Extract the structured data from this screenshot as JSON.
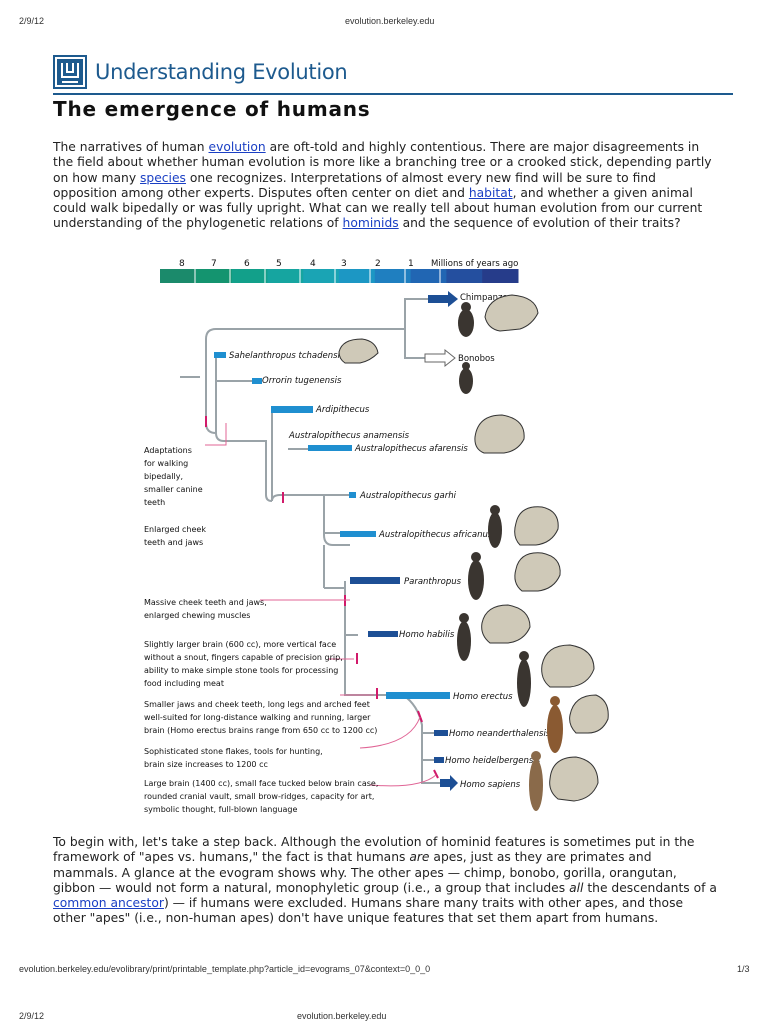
{
  "print_header": {
    "date": "2/9/12",
    "site": "evolution.berkeley.edu"
  },
  "site_title": "Understanding Evolution",
  "page_title": "The emergence of humans",
  "intro": {
    "p1": "The narratives of human ",
    "link_evolution": "evolution",
    "p2": " are oft-told and highly contentious. There are major disagreements in the field about whether human evolution is more like a branching tree or a crooked stick, depending partly on how many ",
    "link_species": "species",
    "p3": " one recognizes. Interpretations of almost every new find will be sure to find opposition among other experts. Disputes often center on diet and ",
    "link_habitat": "habitat",
    "p4": ", and whether a given animal could walk bipedally or was fully upright. What can we really tell about human evolution from our current understanding of the phylogenetic relations of ",
    "link_hominids": "hominids",
    "p5": " and the sequence of evolution of their traits?"
  },
  "diagram": {
    "timescale_ticks": [
      "8",
      "7",
      "6",
      "5",
      "4",
      "3",
      "2",
      "1"
    ],
    "timescale_label": "Millions of years ago",
    "timescale_colors": [
      "#1b8a6b",
      "#14946f",
      "#12a08a",
      "#16a5a0",
      "#1aa4b4",
      "#1c97c4",
      "#1f7fc0",
      "#2166b3",
      "#244f9f",
      "#263c8a"
    ],
    "taxa": {
      "chimpanzees": "Chimpanzees",
      "bonobos": "Bonobos",
      "sahelanthropus": "Sahelanthropus tchadensis",
      "orrorin": "Orrorin tugenensis",
      "ardipithecus": "Ardipithecus",
      "anamensis": "Australopithecus anamensis",
      "afarensis": "Australopithecus afarensis",
      "garhi": "Australopithecus garhi",
      "africanus": "Australopithecus africanus",
      "paranthropus": "Paranthropus",
      "habilis": "Homo habilis",
      "erectus": "Homo erectus",
      "neanderthalensis": "Homo neanderthalensis",
      "heidelbergensis": "Homo heidelbergensis",
      "sapiens": "Homo sapiens"
    },
    "traits": {
      "bipedal": [
        "Adaptations",
        "for walking",
        "bipedally,",
        "smaller canine",
        "teeth"
      ],
      "cheek": [
        "Enlarged cheek",
        "teeth and jaws"
      ],
      "massive": [
        "Massive cheek teeth and jaws,",
        "enlarged chewing muscles"
      ],
      "brain600": [
        "Slightly larger brain (600 cc), more vertical face",
        "without a snout, fingers capable of precision grip,",
        "ability to make simple stone tools for processing",
        "food including meat"
      ],
      "smaller_jaws": [
        "Smaller jaws and cheek teeth, long legs and arched feet",
        "well-suited for long-distance walking and running, larger",
        "brain (Homo erectus brains range from 650 cc to 1200 cc)"
      ],
      "stone_flakes": [
        "Sophisticated stone flakes, tools for hunting,",
        "brain size increases to 1200 cc"
      ],
      "large_brain": [
        "Large brain (1400 cc), small face tucked below brain case,",
        "rounded cranial vault, small brow-ridges, capacity for art,",
        "symbolic thought, full-blown language"
      ]
    },
    "colors": {
      "branch": "#9aa3a8",
      "bar": "#1f8fd0",
      "bar_dark": "#1d4f95",
      "tick": "#d11a6a"
    }
  },
  "body2": {
    "t1": "To begin with, let's take a step back. Although the evolution of hominid features is sometimes put in the framework of \"apes vs. humans,\" the fact is that humans ",
    "em_are": "are",
    "t2": " apes, just as they are primates and mammals. A glance at the evogram shows why. The other apes — chimp, bonobo, gorilla, orangutan, gibbon — would not form a natural, monophyletic group (i.e., a group that includes ",
    "em_all": "all",
    "t3": " the descendants of a ",
    "link_common_ancestor": "common ancestor",
    "t4": ") — if humans were excluded. Humans share many traits with other apes, and those other \"apes\" (i.e., non-human apes) don't have unique features that set them apart from humans."
  },
  "footer": {
    "url": "evolution.berkeley.edu/evolibrary/print/printable_template.php?article_id=evograms_07&context=0_0_0",
    "page": "1/3",
    "date2": "2/9/12",
    "site2": "evolution.berkeley.edu"
  }
}
